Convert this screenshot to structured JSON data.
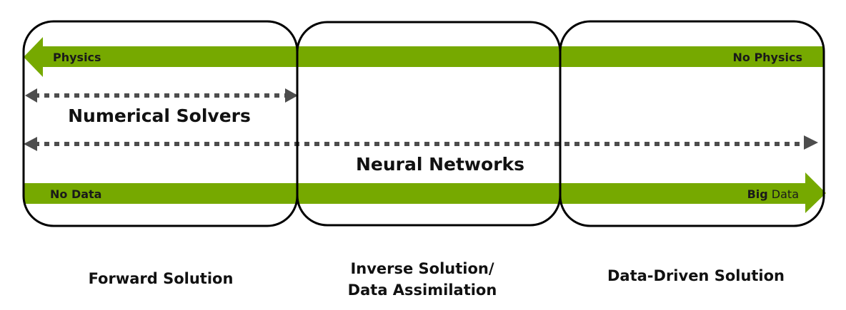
{
  "colors": {
    "green": "#76a900",
    "arrow_gray": "#4d4d4d",
    "box_stroke": "#000000",
    "text": "#111111"
  },
  "spectrum": {
    "physics_bar": {
      "left_label": "Physics",
      "right_label": "No Physics",
      "arrow_direction": "left"
    },
    "data_bar": {
      "left_label": "No Data",
      "right_label_bold": "Big",
      "right_label_normal": " Data",
      "arrow_direction": "right"
    }
  },
  "methods": [
    {
      "label": "Numerical Solvers",
      "span": "forward",
      "arrows": "both"
    },
    {
      "label": "Neural Networks",
      "span": "all",
      "arrows": "both"
    }
  ],
  "regions": [
    {
      "id": "forward",
      "caption_lines": [
        "Forward Solution"
      ]
    },
    {
      "id": "inverse",
      "caption_lines": [
        "Inverse Solution/",
        "Data Assimilation"
      ]
    },
    {
      "id": "data-driven",
      "caption_lines": [
        "Data-Driven Solution"
      ]
    }
  ]
}
